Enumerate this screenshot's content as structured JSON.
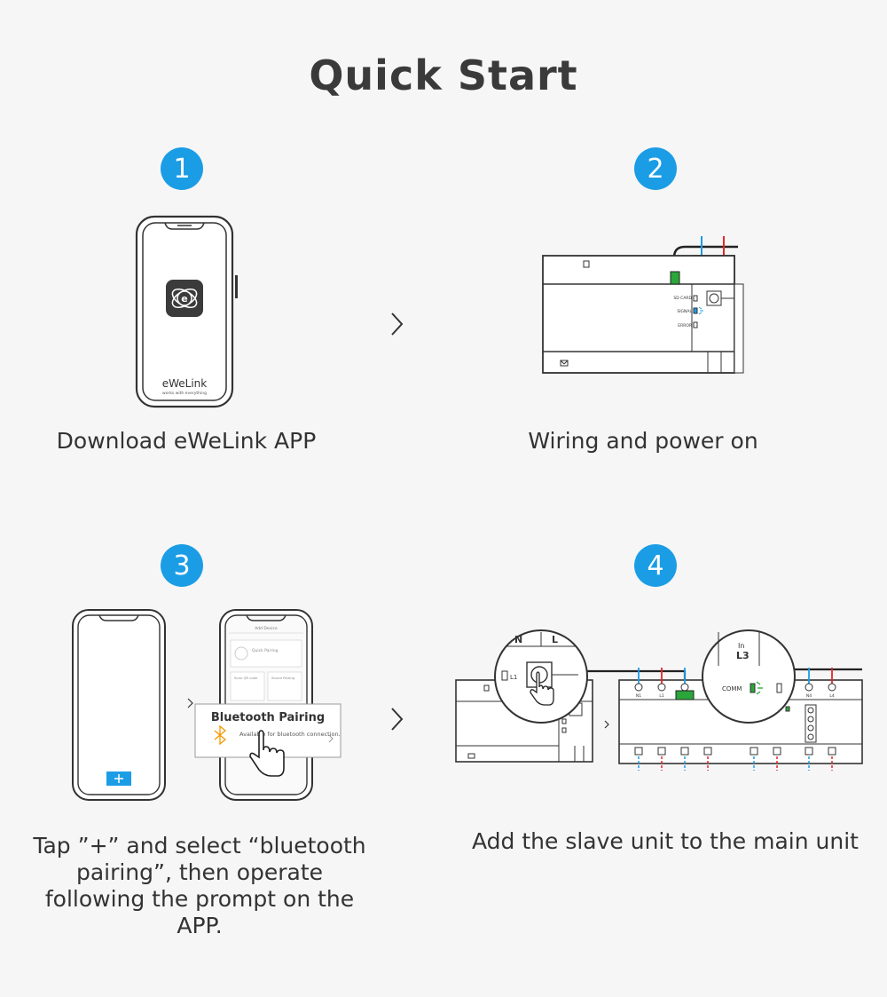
{
  "page": {
    "title": "Quick Start"
  },
  "steps": [
    {
      "number": "1",
      "caption": "Download eWeLink APP"
    },
    {
      "number": "2",
      "caption": "Wiring and power on"
    },
    {
      "number": "3",
      "caption": "Tap ”+” and select “bluetooth pairing”, then operate following the prompt on the APP."
    },
    {
      "number": "4",
      "caption": "Add the slave unit to the main unit"
    }
  ],
  "app": {
    "name": "eWeLink",
    "tagline": "works with everything"
  },
  "device": {
    "terminals": [
      "N",
      "L"
    ],
    "indicators": [
      "SD CARD",
      "SIGNAL",
      "ERROR"
    ]
  },
  "phone_screen": {
    "header": "Add Device",
    "options": [
      "Quick Pairing",
      "Scan QR code",
      "Sound Pairing"
    ],
    "popup_title": "Bluetooth Pairing",
    "popup_desc": "Available for bluetooth connection."
  },
  "slave": {
    "zoom_left_labels": [
      "N",
      "L",
      "L1"
    ],
    "zoom_right_labels": [
      "In",
      "L3",
      "COMM"
    ],
    "terminals_top": [
      "N1",
      "L1",
      "N2",
      "L2",
      "N3",
      "L3",
      "N4",
      "L4"
    ]
  },
  "colors": {
    "accent": "#1b9de6",
    "live": "#e8252b",
    "neutral": "#1b9de6",
    "bluetooth": "#f39800",
    "comm": "#2aa63a"
  }
}
